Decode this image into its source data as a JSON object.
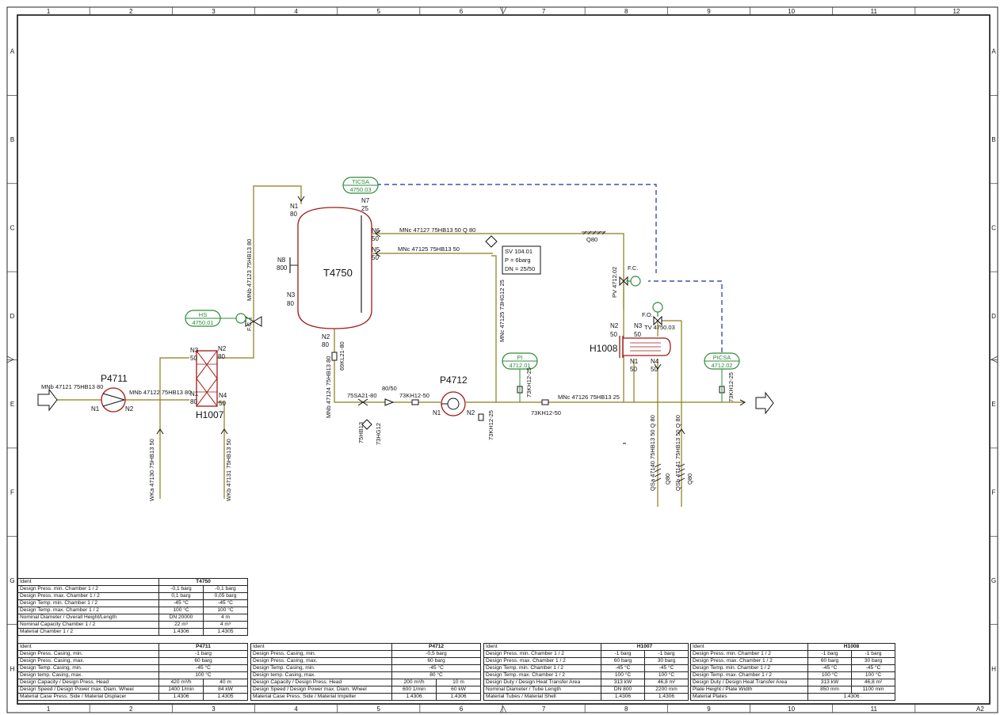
{
  "frame": {
    "cols": [
      "1",
      "2",
      "3",
      "4",
      "5",
      "6",
      "7",
      "8",
      "9",
      "10",
      "11",
      "12"
    ],
    "rows": [
      "A",
      "B",
      "C",
      "D",
      "E",
      "F",
      "G",
      "H"
    ],
    "sheet": "A2"
  },
  "colors": {
    "process": "#8a7d1a",
    "signal": "#1f2f9c",
    "instrument": "#2e8b3a",
    "vessel": "#a01818",
    "text": "#111111"
  },
  "equipment": {
    "tank": "T4750",
    "pump1": "P4711",
    "pump2": "P4712",
    "hx1": "H1007",
    "hx2": "H1008"
  },
  "nozzles": {
    "t_n1": "N1",
    "t_n1s": "80",
    "t_n7": "N7",
    "t_n7s": "25",
    "t_n6": "N6",
    "t_n6s": "50",
    "t_n5": "N5",
    "t_n5s": "50",
    "t_n8": "N8",
    "t_n8s": "800",
    "t_n3": "N3",
    "t_n3s": "80",
    "t_n2": "N2",
    "t_n2s": "80",
    "h1_n3": "N3",
    "h1_n3s": "50",
    "h1_n2": "N2",
    "h1_n2s": "80",
    "h1_n1": "N1",
    "h1_n1s": "80",
    "h1_n4": "N4",
    "h1_n4s": "50",
    "p1_n1": "N1",
    "p1_n2": "N2",
    "p2_n1": "N1",
    "p2_n2": "N2",
    "h2_n2": "N2",
    "h2_n2s": "50",
    "h2_n3": "N3",
    "h2_n3s": "50",
    "h2_n1": "N1",
    "h2_n1s": "50",
    "h2_n4": "N4",
    "h2_n4s": "50"
  },
  "lines": {
    "l47121": "MNb 47121 75HB13 80",
    "l47122": "MNb 47122 75HB13 80",
    "l47123": "MNb 47123 75HB13 80",
    "l47124": "MNb 47124 75HB13 80",
    "l47125v": "MNc 47125 73HG12 25",
    "l47125": "MNc 47125 75HB13 50",
    "l47127": "MNc 47127 75HB13 50 Q 80",
    "l47126": "MNc 47126 75HB13 25",
    "l47130": "WKa 47130 75HB13 50",
    "l47131": "WKb 47131 75HB13 50",
    "l47140": "QSa 47140 75HB13 50 Q 80",
    "l47141": "QSb 47141 75HB13 50 Q 80",
    "ins1": "Q80",
    "ins2": "Q80",
    "ins3": "Q80",
    "v75sa": "75SA21-80",
    "red": "80/50",
    "v73kh_a": "73KH12-50",
    "v73kh_b": "73KH12-50",
    "v73kh_c": "73KH12-25",
    "v73kh_d": "73KH12-25",
    "v73kh_e": "73KH12-25",
    "v69kl": "69KL21-80",
    "spec_a": "75HB13",
    "spec_b": "73HG12"
  },
  "instruments": {
    "ticsa_tag": "TICSA",
    "ticsa_no": "4750.03",
    "hs_tag": "HS",
    "hs_no": "4750.01",
    "pi_tag": "PI",
    "pi_no": "4712.01",
    "picsa_tag": "PICSA",
    "picsa_no": "4712.02",
    "fc1": "F.C.",
    "pv_fc": "F.C.",
    "pv": "PV 4712.02",
    "fo": "F.O.",
    "tv": "TV 4750.03"
  },
  "safety_valve": {
    "tag": "SV 104.01",
    "pressure": "P = 6barg",
    "dn": "DN = 25/50"
  },
  "tables": {
    "t4750": {
      "head": [
        "Ident",
        "T4750"
      ],
      "rows": [
        [
          "Design Press. min. Chamber 1 / 2",
          "-0,1 barg",
          "-0,1 barg"
        ],
        [
          "Design Press. max. Chamber 1 / 2",
          "0,1 barg",
          "0,05 barg"
        ],
        [
          "Design Temp. min. Chamber 1 / 2",
          "-45 °C",
          "-45 °C"
        ],
        [
          "Design Temp. max. Chamber 1 / 2",
          "100 °C",
          "100 °C"
        ],
        [
          "Nominal Diameter / Overall Height/Length",
          "DN 20000",
          "4 m"
        ],
        [
          "Nominal Capacity Chamber 1 / 2",
          "22 m³",
          "4 m³"
        ],
        [
          "Material Chamber 1 / 2",
          "1.4306",
          "1.4305"
        ]
      ]
    },
    "p4711": {
      "head": [
        "Ident",
        "P4711"
      ],
      "rows": [
        [
          "Design Press. Casing, min.",
          "-1 barg"
        ],
        [
          "Design Press. Casing, max.",
          "60 barg"
        ],
        [
          "Design Temp. Casing, min.",
          "-45 °C"
        ],
        [
          "Design temp. Casing, max.",
          "100 °C"
        ],
        [
          "Design Capacity / Design Press. Head",
          "420 m³/h",
          "40 m"
        ],
        [
          "Design Speed / Design Power max. Diam. Wheel",
          "1400 1/min",
          "84 kW"
        ],
        [
          "Material Case Press. Side / Material Displacer",
          "1.4306",
          "1.4305"
        ]
      ]
    },
    "p4712": {
      "head": [
        "Ident",
        "P4712"
      ],
      "rows": [
        [
          "Design Press. Casing, min.",
          "-0,5 barg"
        ],
        [
          "Design Press. Casing, max.",
          "60 barg"
        ],
        [
          "Design Temp. Casing, min.",
          "-45 °C"
        ],
        [
          "Design temp. Casing, max.",
          "80 °C"
        ],
        [
          "Design Capacity / Design Press. Head",
          "200 m³/h",
          "10 m"
        ],
        [
          "Design Speed / Design Power max. Diam. Wheel",
          "600 1/min",
          "60 kW"
        ],
        [
          "Material Case Press. Side / Material Impeller",
          "1.4306",
          "1.4306"
        ]
      ]
    },
    "h1007": {
      "head": [
        "Ident",
        "H1007"
      ],
      "rows": [
        [
          "Design Press. min. Chamber 1 / 2",
          "-1 barg",
          "-1 barg"
        ],
        [
          "Design Press. max. Chamber 1 / 2",
          "60 barg",
          "30 barg"
        ],
        [
          "Design Temp. min. Chamber 1 / 2",
          "-45 °C",
          "-45 °C"
        ],
        [
          "Design Temp. max. Chamber 1 / 2",
          "100 °C",
          "100 °C"
        ],
        [
          "Design Duty / Design Heat Transfer Area",
          "313 kW",
          "46,8 m²"
        ],
        [
          "Nominal Diameter / Tube Length",
          "DN 800",
          "2200 mm"
        ],
        [
          "Material Tubes / Material Shell",
          "1.4306",
          "1.4306"
        ]
      ]
    },
    "h1008": {
      "head": [
        "Ident",
        "H1008"
      ],
      "rows": [
        [
          "Design Press. min. Chamber 1 / 2",
          "-1 barg",
          "-1 barg"
        ],
        [
          "Design Press. max. Chamber 1 / 2",
          "60 barg",
          "30 barg"
        ],
        [
          "Design Temp. min. Chamber 1 / 2",
          "-45 °C",
          "-45 °C"
        ],
        [
          "Design Temp. max. Chamber 1 / 2",
          "100 °C",
          "100 °C"
        ],
        [
          "Design Duty / Design Heat Transfer Area",
          "313 kW",
          "46,8 m²"
        ],
        [
          "Plate Height / Plate Width",
          "850 mm",
          "1100 mm"
        ],
        [
          "Material Plates",
          "1.4306"
        ]
      ]
    }
  }
}
